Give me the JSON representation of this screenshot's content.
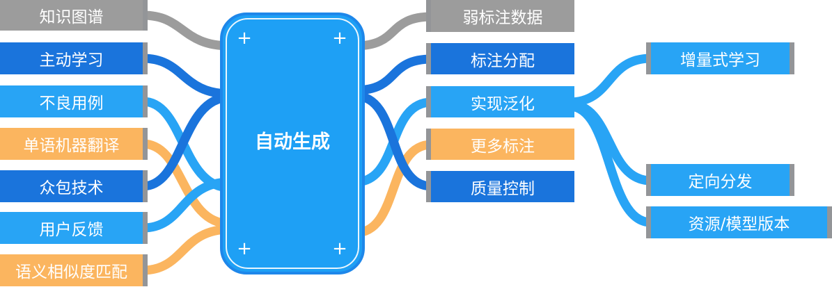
{
  "center": {
    "label": "自动生成"
  },
  "left_items": [
    {
      "label": "知识图谱",
      "color": "gray"
    },
    {
      "label": "主动学习",
      "color": "dark-blue"
    },
    {
      "label": "不良用例",
      "color": "light-blue"
    },
    {
      "label": "单语机器翻译",
      "color": "orange"
    },
    {
      "label": "众包技术",
      "color": "dark-blue"
    },
    {
      "label": "用户反馈",
      "color": "light-blue"
    },
    {
      "label": "语义相似度匹配",
      "color": "orange"
    }
  ],
  "right_items": [
    {
      "label": "弱标注数据",
      "color": "gray"
    },
    {
      "label": "标注分配",
      "color": "dark-blue"
    },
    {
      "label": "实现泛化",
      "color": "light-blue"
    },
    {
      "label": "更多标注",
      "color": "orange"
    },
    {
      "label": "质量控制",
      "color": "dark-blue"
    }
  ],
  "far_right_items": [
    {
      "label": "增量式学习",
      "color": "light-blue"
    },
    {
      "label": "定向分发",
      "color": "light-blue"
    },
    {
      "label": "资源/模型版本",
      "color": "light-blue"
    }
  ],
  "colors": {
    "gray": "#9c9c9c",
    "dark_blue": "#1a74dc",
    "light_blue": "#28a4f5",
    "orange": "#fbb55f",
    "center": "#1ea0f5"
  }
}
